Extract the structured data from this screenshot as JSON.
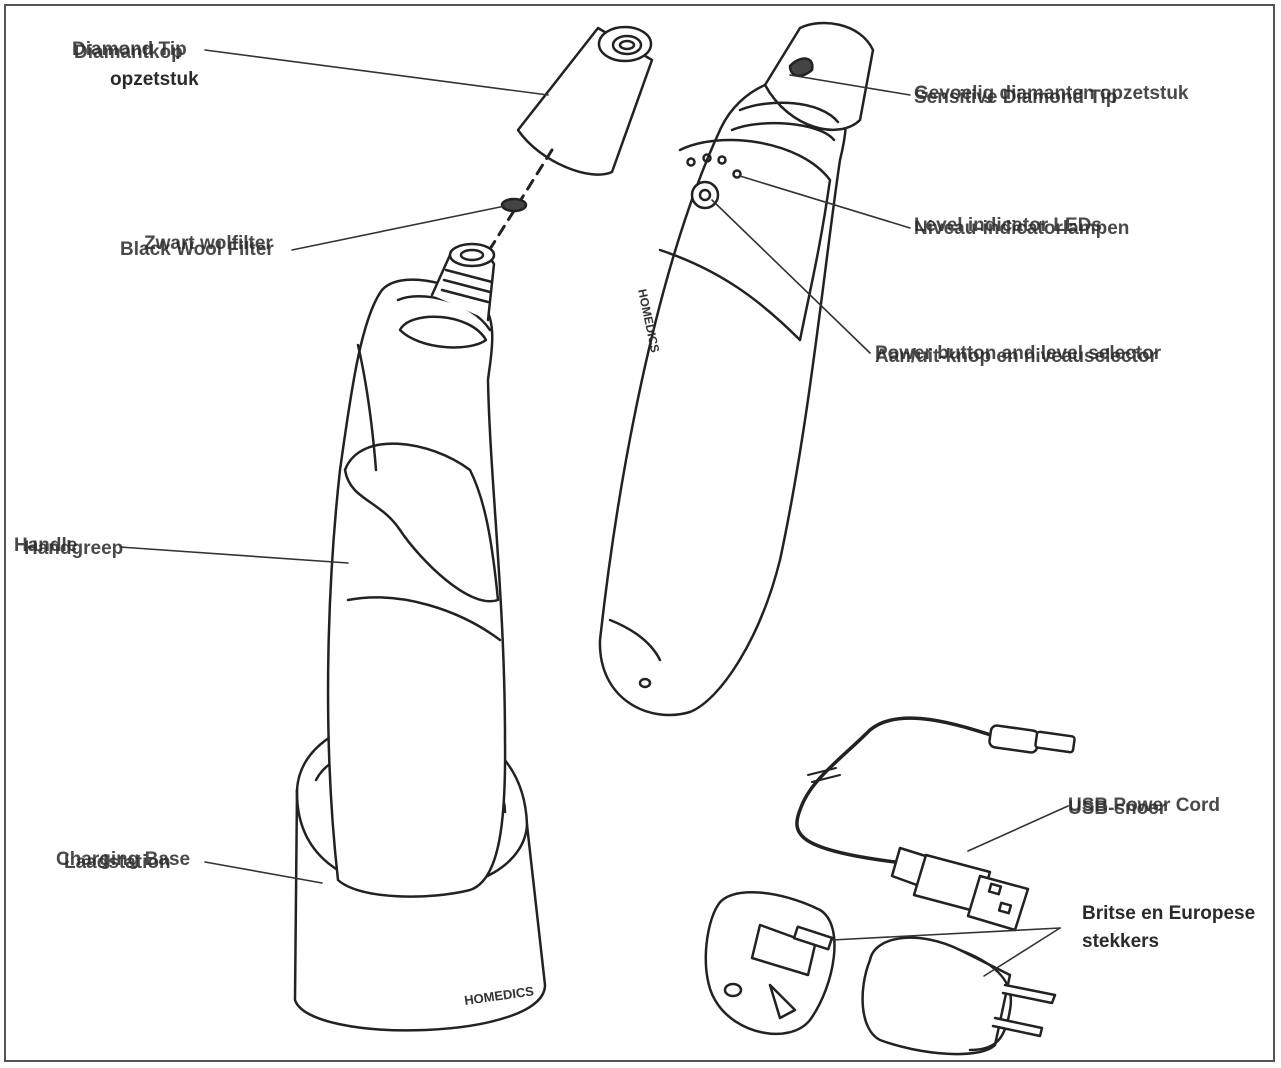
{
  "labels": {
    "tip_en": "Diamond Tip",
    "tip_nl_1": "Diamantkop",
    "tip_nl_2": "opzetstuk",
    "filter_en": "Black Wool Filter",
    "filter_nl": "Zwart wolfilter",
    "handle_en": "Handle",
    "handle_nl": "Handgreep",
    "base_en": "Charging Base",
    "base_nl": "Laadstation",
    "sensitive_en": "Sensitive Diamond Tip",
    "sensitive_nl": "Gevoelig diamanten opzetstuk",
    "led_en": "Level indicator LEDs",
    "led_nl": "Niveau-indicatorlampen",
    "power_en": "Power button and level selector",
    "power_nl": "Aan/uit-knop en niveauselector",
    "usb_en": "USB Power Cord",
    "usb_nl": "USB-snoer",
    "plugs_1": "Britse en Europese",
    "plugs_2": "stekkers"
  },
  "brand": "HOMEDICS"
}
